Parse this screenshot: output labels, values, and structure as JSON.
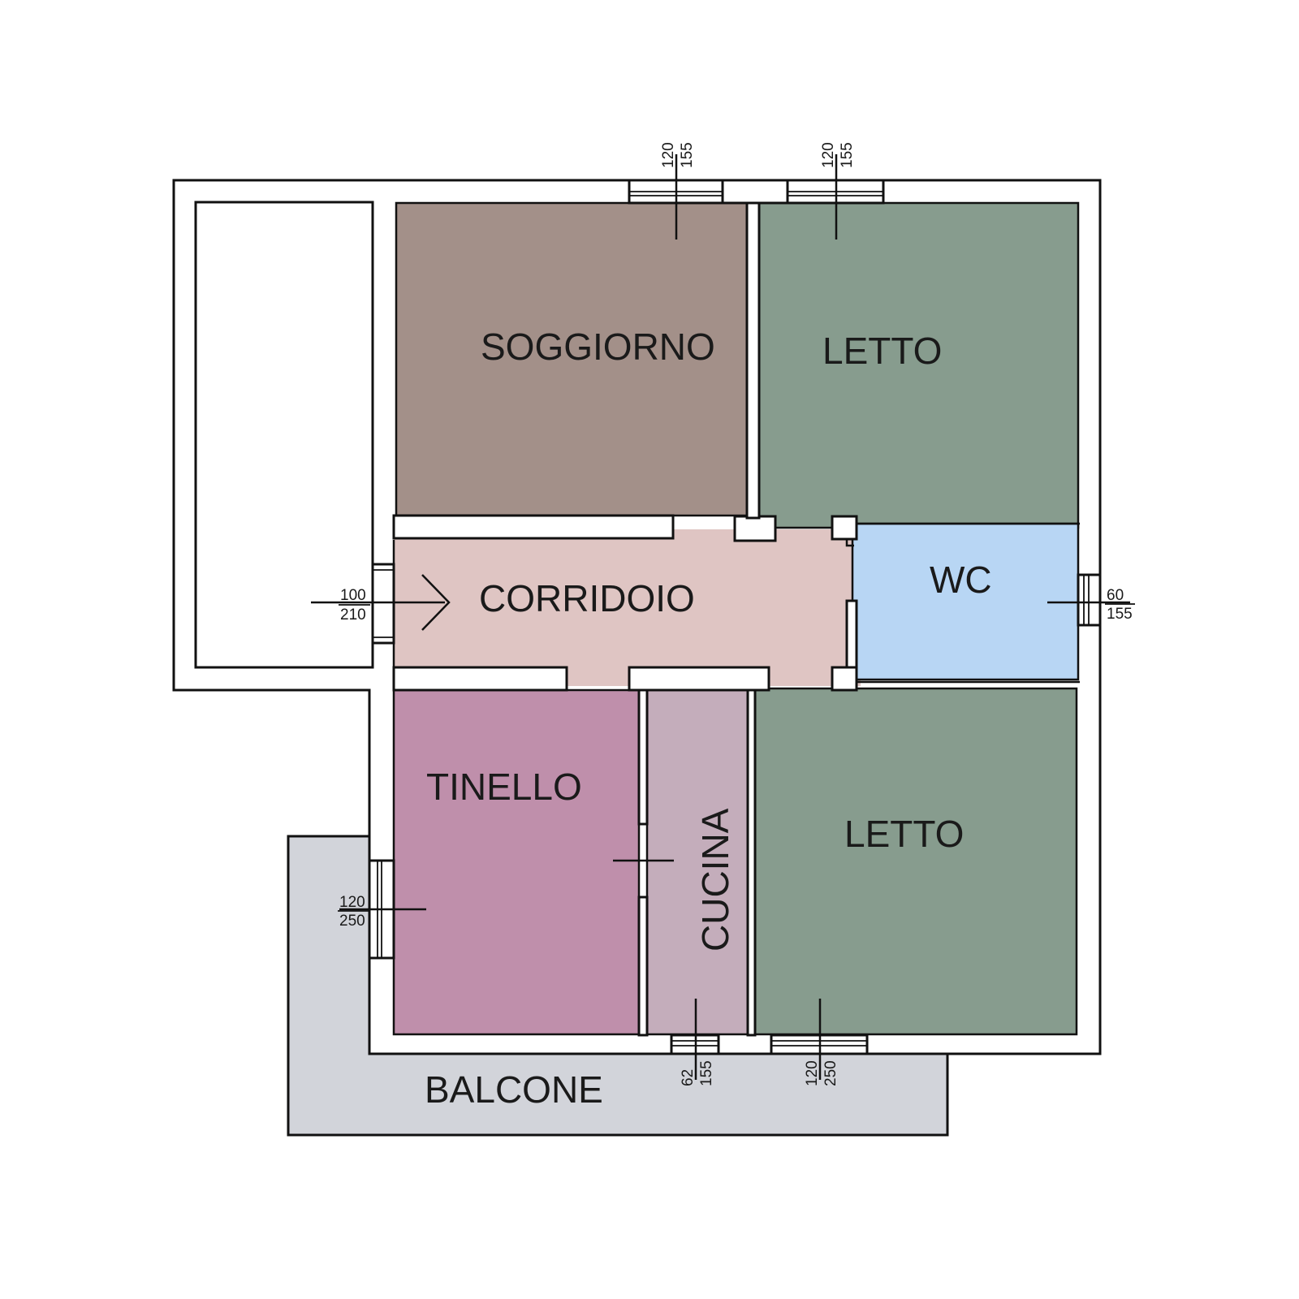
{
  "colors": {
    "soggiorno": "#a39089",
    "letto": "#879c8e",
    "corridoio": "#dfc5c3",
    "wc": "#b8d6f4",
    "tinello": "#bf8fab",
    "cucina": "#c4adbb",
    "balcone": "#d2d4da",
    "wall": "#ffffff",
    "stroke": "#111111"
  },
  "rooms": {
    "soggiorno": "SOGGIORNO",
    "letto_top": "LETTO",
    "corridoio": "CORRIDOIO",
    "wc": "WC",
    "tinello": "TINELLO",
    "cucina": "CUCINA",
    "letto_bottom": "LETTO",
    "balcone": "BALCONE"
  },
  "openings": {
    "soggiorno_window": {
      "width": "120",
      "height": "155"
    },
    "letto_top_window": {
      "width": "120",
      "height": "155"
    },
    "entrance_door": {
      "width": "100",
      "height": "210"
    },
    "wc_window": {
      "width": "60",
      "height": "155"
    },
    "tinello_door": {
      "width": "120",
      "height": "250"
    },
    "cucina_window": {
      "width": "62",
      "height": "155"
    },
    "letto_bottom_door": {
      "width": "120",
      "height": "250"
    }
  }
}
